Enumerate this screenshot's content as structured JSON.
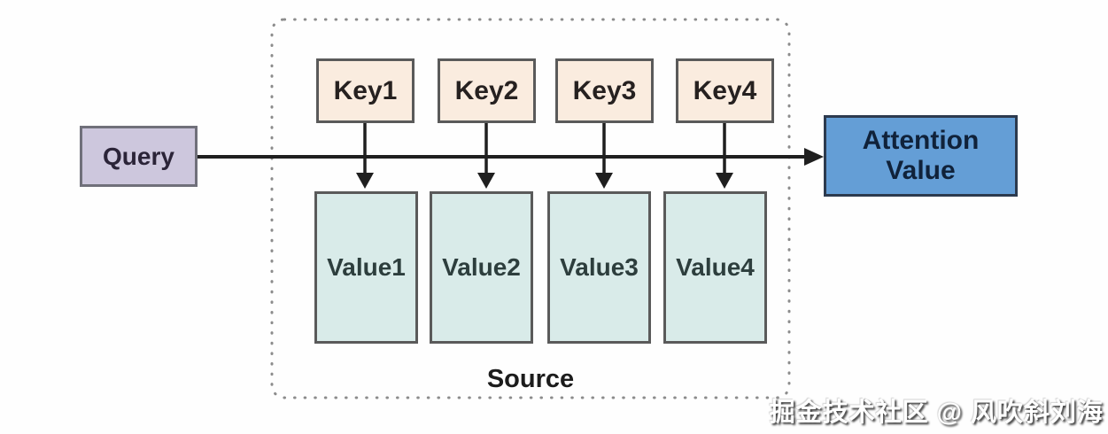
{
  "diagram": {
    "query_label": "Query",
    "keys": [
      "Key1",
      "Key2",
      "Key3",
      "Key4"
    ],
    "values": [
      "Value1",
      "Value2",
      "Value3",
      "Value4"
    ],
    "attention_label": "Attention Value",
    "source_label": "Source"
  },
  "watermark": {
    "text": "掘金技术社区 @ 风吹斜刘海"
  },
  "colors": {
    "background": "#fefefe",
    "query_fill": "#cdc7dd",
    "query_border": "#70707a",
    "key_fill": "#faecdf",
    "value_fill": "#d9ebe9",
    "box_border": "#5a5a5a",
    "attention_fill": "#649ed6",
    "attention_border": "#2c3a4e",
    "attention_text": "#10223a",
    "arrow": "#1f1f1f",
    "dotted_border": "#8c8c8c"
  }
}
